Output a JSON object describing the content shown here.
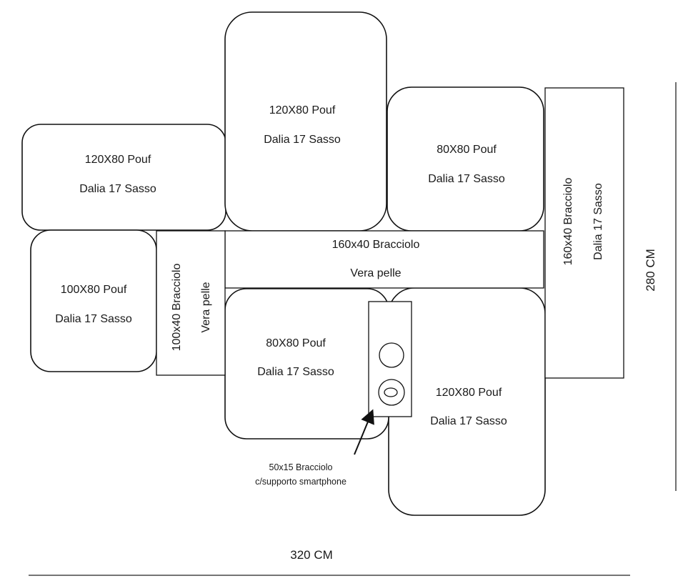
{
  "pieces": {
    "pouf_top_left": {
      "line1": "120X80 Pouf",
      "line2": "Dalia 17 Sasso"
    },
    "pouf_top_center": {
      "line1": "120X80 Pouf",
      "line2": "Dalia 17 Sasso"
    },
    "pouf_top_right": {
      "line1": "80X80 Pouf",
      "line2": "Dalia 17 Sasso"
    },
    "pouf_mid_left": {
      "line1": "100X80 Pouf",
      "line2": "Dalia 17 Sasso"
    },
    "pouf_center": {
      "line1": "80X80 Pouf",
      "line2": "Dalia 17 Sasso"
    },
    "pouf_bottom_right": {
      "line1": "120X80 Pouf",
      "line2": "Dalia 17 Sasso"
    },
    "arm_vertical_left": {
      "line1": "100x40 Bracciolo",
      "line2": "Vera pelle"
    },
    "arm_horizontal": {
      "line1": "160x40 Bracciolo",
      "line2": "Vera pelle"
    },
    "arm_vertical_right": {
      "line1": "160x40 Bracciolo",
      "line2": "Dalia 17 Sasso"
    }
  },
  "callout": {
    "line1": "50x15 Bracciolo",
    "line2": "c/supporto smartphone"
  },
  "dimensions": {
    "width": "320 CM",
    "height": "280 CM"
  }
}
